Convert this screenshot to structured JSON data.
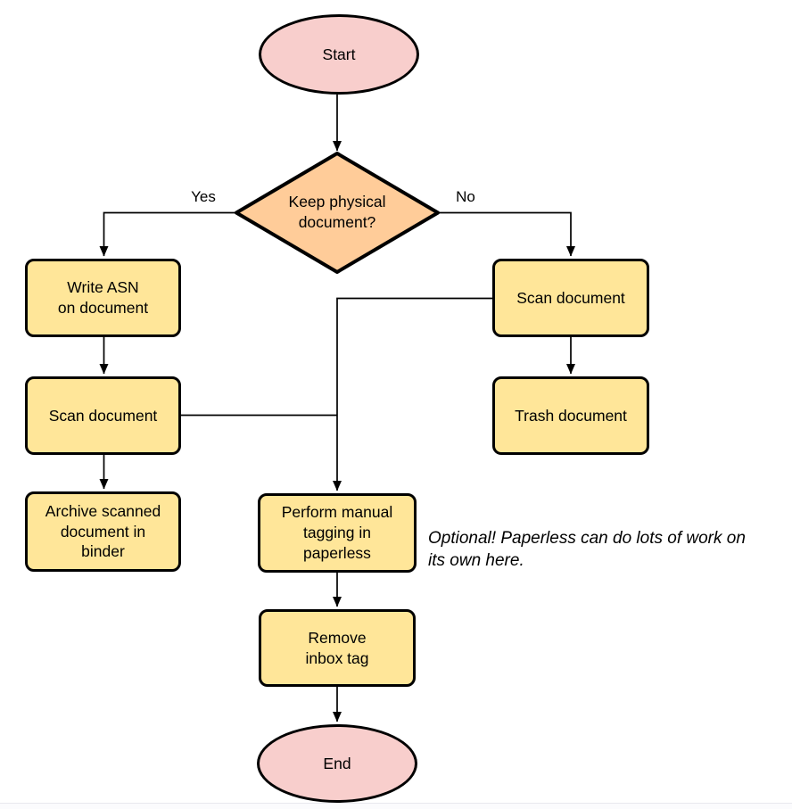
{
  "diagram": {
    "type": "flowchart",
    "background": "#ffffff",
    "colors": {
      "terminal_fill": "#f8cecc",
      "decision_fill": "#ffcc99",
      "process_fill": "#ffe699",
      "stroke": "#000000"
    },
    "nodes": {
      "start": {
        "label": "Start",
        "shape": "ellipse"
      },
      "decision": {
        "label": "Keep physical\ndocument?",
        "shape": "diamond"
      },
      "write_asn": {
        "label": "Write ASN\non document",
        "shape": "process"
      },
      "scan_left": {
        "label": "Scan document",
        "shape": "process"
      },
      "archive": {
        "label": "Archive scanned\ndocument in\nbinder",
        "shape": "process"
      },
      "scan_right": {
        "label": "Scan document",
        "shape": "process"
      },
      "trash": {
        "label": "Trash document",
        "shape": "process"
      },
      "tagging": {
        "label": "Perform manual\ntagging in\npaperless",
        "shape": "process"
      },
      "remove_inbox": {
        "label": "Remove\ninbox tag",
        "shape": "process"
      },
      "end": {
        "label": "End",
        "shape": "ellipse"
      }
    },
    "edge_labels": {
      "yes": "Yes",
      "no": "No"
    },
    "edges": [
      {
        "from": "start",
        "to": "decision",
        "label": ""
      },
      {
        "from": "decision",
        "to": "write_asn",
        "label": "Yes"
      },
      {
        "from": "decision",
        "to": "scan_right",
        "label": "No"
      },
      {
        "from": "write_asn",
        "to": "scan_left",
        "label": ""
      },
      {
        "from": "scan_left",
        "to": "archive",
        "label": ""
      },
      {
        "from": "scan_right",
        "to": "trash",
        "label": ""
      },
      {
        "from": "scan_left",
        "to": "tagging",
        "label": ""
      },
      {
        "from": "scan_right",
        "to": "tagging",
        "label": ""
      },
      {
        "from": "tagging",
        "to": "remove_inbox",
        "label": ""
      },
      {
        "from": "remove_inbox",
        "to": "end",
        "label": ""
      }
    ],
    "annotation": "Optional! Paperless can do lots of work on\nits own here."
  }
}
